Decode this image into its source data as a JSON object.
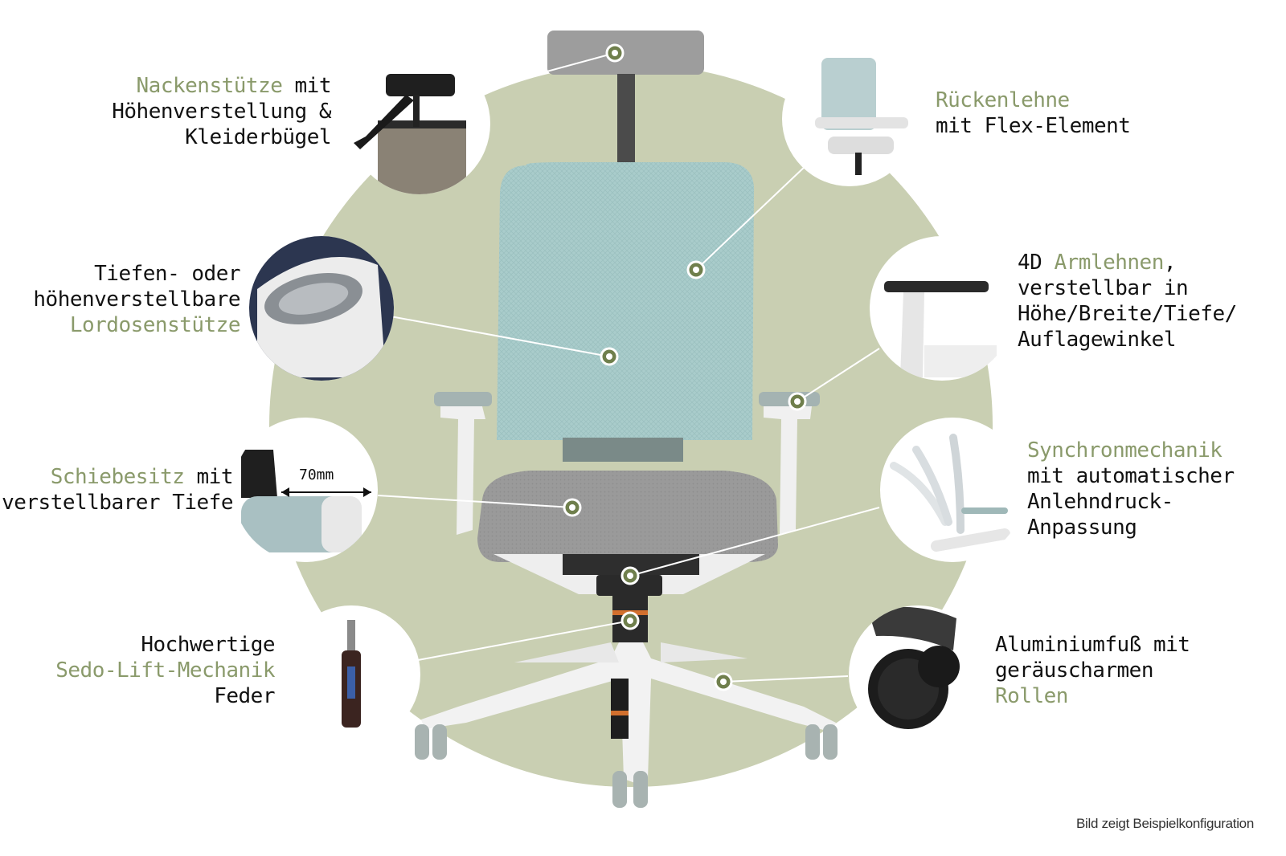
{
  "colors": {
    "background_blob": "#c9cfb2",
    "highlight_text": "#8a9a6b",
    "marker_ring": "#6f7f4c",
    "mesh_back": "#a9cccb",
    "seat_fabric": "#9a9a9a",
    "frame": "#f0f0f0"
  },
  "callouts": [
    {
      "id": "nackenstuetze",
      "icon": "headrest-icon",
      "lines": [
        [
          {
            "t": "Nackenstütze",
            "hl": true
          },
          {
            "t": " mit",
            "hl": false
          }
        ],
        [
          {
            "t": "Höhenverstellung &",
            "hl": false
          }
        ],
        [
          {
            "t": "Kleiderbügel",
            "hl": false
          }
        ]
      ]
    },
    {
      "id": "lordosenstuetze",
      "icon": "lumbar-support-icon",
      "lines": [
        [
          {
            "t": "Tiefen- oder",
            "hl": false
          }
        ],
        [
          {
            "t": "höhenverstellbare",
            "hl": false
          }
        ],
        [
          {
            "t": "Lordosenstütze",
            "hl": true
          }
        ]
      ]
    },
    {
      "id": "schiebesitz",
      "icon": "sliding-seat-icon",
      "lines": [
        [
          {
            "t": "Schiebesitz",
            "hl": true
          },
          {
            "t": " mit",
            "hl": false
          }
        ],
        [
          {
            "t": "verstellbarer Tiefe",
            "hl": false
          }
        ]
      ]
    },
    {
      "id": "sedo-lift",
      "icon": "gas-spring-icon",
      "lines": [
        [
          {
            "t": "Hochwertige",
            "hl": false
          }
        ],
        [
          {
            "t": "Sedo-Lift-Mechanik",
            "hl": true
          }
        ],
        [
          {
            "t": "Feder",
            "hl": false
          }
        ]
      ]
    },
    {
      "id": "rueckenlehne",
      "icon": "backrest-icon",
      "lines": [
        [
          {
            "t": "Rückenlehne",
            "hl": true
          }
        ],
        [
          {
            "t": "mit Flex-Element",
            "hl": false
          }
        ]
      ]
    },
    {
      "id": "armlehnen",
      "icon": "armrest-icon",
      "lines": [
        [
          {
            "t": "4D ",
            "hl": false
          },
          {
            "t": "Armlehnen",
            "hl": true
          },
          {
            "t": ",",
            "hl": false
          }
        ],
        [
          {
            "t": "verstellbar in",
            "hl": false
          }
        ],
        [
          {
            "t": "Höhe/Breite/Tiefe/",
            "hl": false
          }
        ],
        [
          {
            "t": "Auflagewinkel",
            "hl": false
          }
        ]
      ]
    },
    {
      "id": "synchronmechanik",
      "icon": "synchro-mechanism-icon",
      "lines": [
        [
          {
            "t": "Synchronmechanik",
            "hl": true
          }
        ],
        [
          {
            "t": "mit automatischer",
            "hl": false
          }
        ],
        [
          {
            "t": "Anlehndruck-",
            "hl": false
          }
        ],
        [
          {
            "t": "Anpassung",
            "hl": false
          }
        ]
      ]
    },
    {
      "id": "aluminiumfuss",
      "icon": "caster-wheel-icon",
      "lines": [
        [
          {
            "t": "Aluminiumfuß mit",
            "hl": false
          }
        ],
        [
          {
            "t": "geräuscharmen",
            "hl": false
          }
        ],
        [
          {
            "t": "Rollen",
            "hl": true
          }
        ]
      ]
    }
  ],
  "seat_slide_measure": "70mm",
  "footnote": "Bild zeigt Beispielkonfiguration"
}
